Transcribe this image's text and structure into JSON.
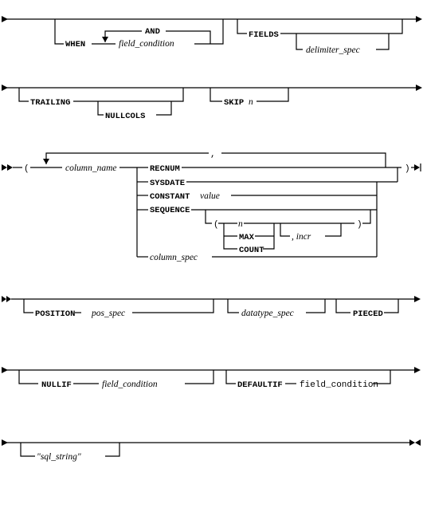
{
  "row1": {
    "when": "WHEN",
    "and": "AND",
    "field_condition": "field_condition",
    "fields": "FIELDS",
    "delimiter_spec": "delimiter_spec"
  },
  "row2": {
    "trailing": "TRAILING",
    "nullcols": "NULLCOLS",
    "skip": "SKIP",
    "n": "n"
  },
  "row3": {
    "open_paren": "(",
    "close_paren": ")",
    "comma": ",",
    "column_name": "column_name",
    "recnum": "RECNUM",
    "sysdate": "SYSDATE",
    "constant": "CONSTANT",
    "value": "value",
    "sequence": "SEQUENCE",
    "seq_open": "(",
    "seq_close": ")",
    "n": "n",
    "max": "MAX",
    "count": "COUNT",
    "incr": ", incr",
    "column_spec": "column_spec"
  },
  "row4": {
    "position": "POSITION",
    "pos_spec": "pos_spec",
    "datatype_spec": "datatype_spec",
    "pieced": "PIECED"
  },
  "row5": {
    "nullif": "NULLIF",
    "field_condition": "field_condition",
    "defaultif": "DEFAULTIF",
    "defaultif_condition": "field_condition"
  },
  "row6": {
    "sql_string": "\"sql_string\""
  }
}
